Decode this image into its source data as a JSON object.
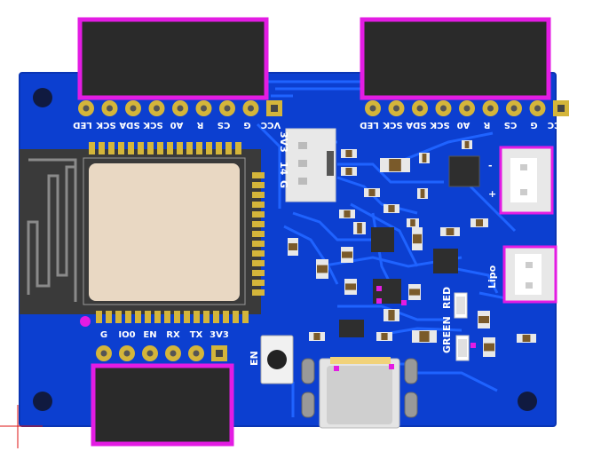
{
  "board": {
    "colors": {
      "pcb": "#0c3fd0",
      "pcb_edge": "#0a35b4",
      "trace": "#1f63ff",
      "header_body": "#2a2a2a",
      "header_outline": "#e31ce3",
      "pad_gold": "#d4b53a",
      "module_bg": "#3a3a3a",
      "module_shield": "#e9d8c3",
      "silkscreen": "#ffffff",
      "hole": "#101a40"
    },
    "left_top_header": {
      "pin_labels": [
        "LED",
        "SCK",
        "SDA",
        "SCK",
        "A0",
        "R",
        "CS",
        "G",
        "VCC"
      ]
    },
    "right_top_header": {
      "pin_labels": [
        "LED",
        "SCK",
        "SDA",
        "SCK",
        "A0",
        "R",
        "CS",
        "G",
        "VCC"
      ]
    },
    "bottom_header": {
      "pin_labels": [
        "G",
        "IO0",
        "EN",
        "RX",
        "TX",
        "3V3"
      ]
    },
    "side_connector_labels": [
      "G",
      "14",
      "3V3"
    ],
    "button_label": "EN",
    "battery_label": "Lipo",
    "led_labels": [
      "RED",
      "GREEN"
    ],
    "polarity_labels": [
      "-",
      "+"
    ]
  }
}
